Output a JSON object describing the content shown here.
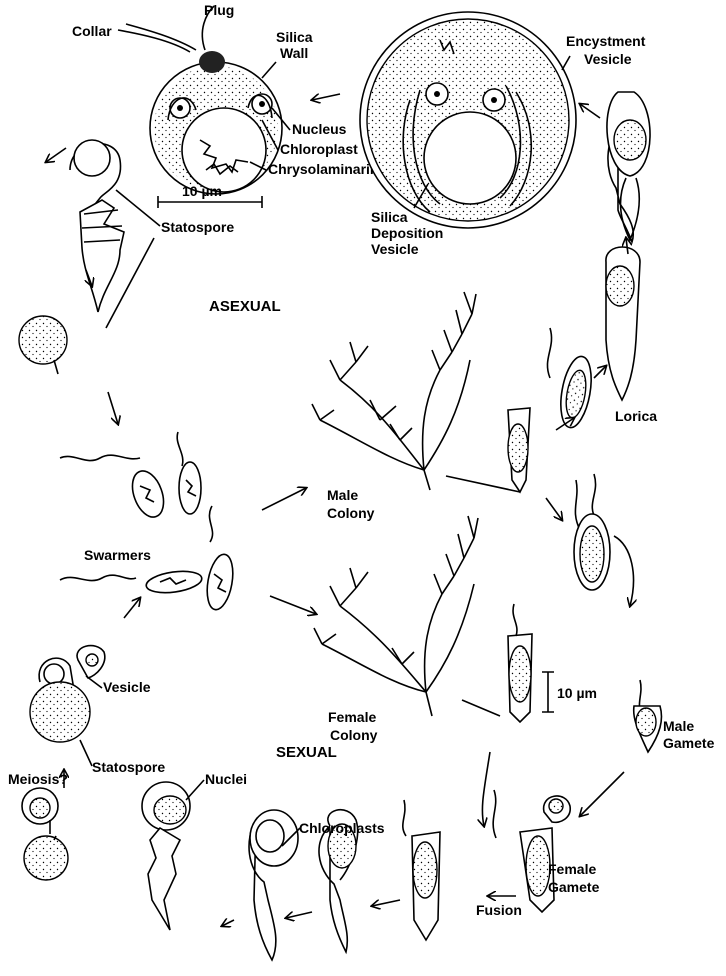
{
  "labels": {
    "plug": "Plug",
    "collar": "Collar",
    "silica_wall_1": "Silica",
    "silica_wall_2": "Wall",
    "nucleus": "Nucleus",
    "chloroplast": "Chloroplast",
    "chrysolaminarin": "Chrysolaminarin",
    "scale_top": "10 µm",
    "statospore_top": "Statospore",
    "encystment_1": "Encystment",
    "encystment_2": "Vesicle",
    "sdv_1": "Silica",
    "sdv_2": "Deposition",
    "sdv_3": "Vesicle",
    "asexual": "ASEXUAL",
    "lorica": "Lorica",
    "swarmers": "Swarmers",
    "male_colony_1": "Male",
    "male_colony_2": "Colony",
    "female_colony_1": "Female",
    "female_colony_2": "Colony",
    "scale_mid": "10 µm",
    "male_gamete_1": "Male",
    "male_gamete_2": "Gamete",
    "vesicle": "Vesicle",
    "sexual": "SEXUAL",
    "statospore_bottom": "Statospore",
    "meiosis": "Meiosis?",
    "nuclei": "Nuclei",
    "chloroplasts": "Chloroplasts",
    "fusion": "Fusion",
    "female_gamete_1": "Female",
    "female_gamete_2": "Gamete"
  }
}
